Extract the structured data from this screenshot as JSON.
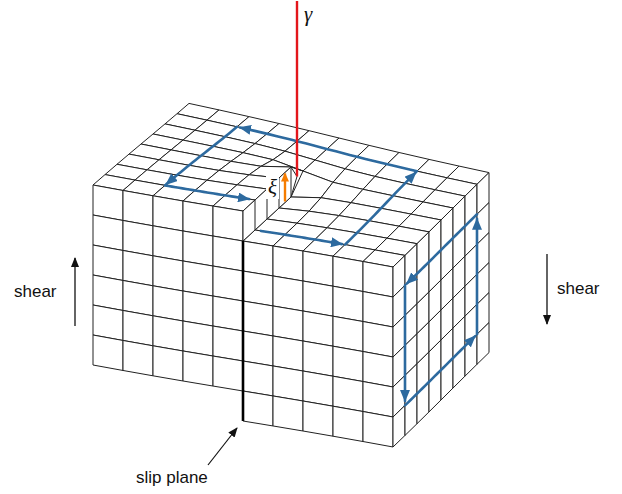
{
  "diagram": {
    "labels": [
      "γ",
      "ξ",
      "shear",
      "shear",
      "slip plane"
    ]
  }
}
